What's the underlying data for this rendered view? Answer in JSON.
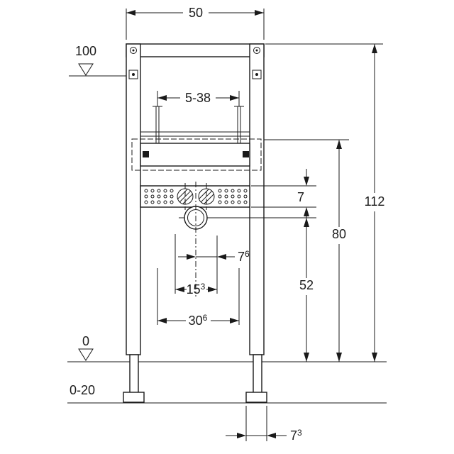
{
  "colors": {
    "background": "#ffffff",
    "line": "#1a1a1a",
    "text": "#1c1c1c"
  },
  "labels": {
    "width_top": "50",
    "height_100": "100",
    "range_5_38": "5-38",
    "height_112": "112",
    "height_80": "80",
    "dim_7": "7",
    "height_52": "52",
    "dim_7_6": {
      "base": "7",
      "sup": "6"
    },
    "dim_15_3": {
      "base": "15",
      "sup": "3"
    },
    "dim_30_6": {
      "base": "30",
      "sup": "6"
    },
    "level_0": "0",
    "range_0_20": "0-20",
    "dim_7_3": {
      "base": "7",
      "sup": "3"
    }
  }
}
